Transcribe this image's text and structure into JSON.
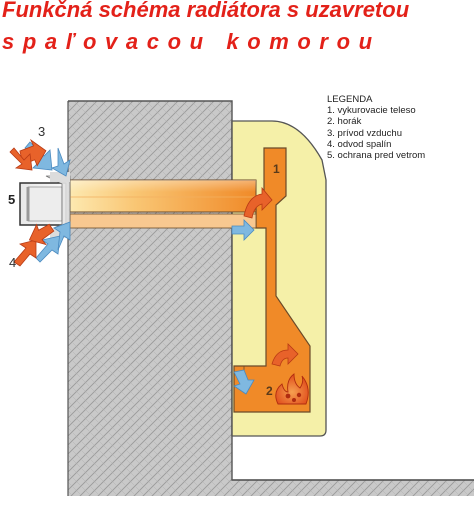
{
  "title": {
    "line1": "Funkčná schéma radiátora s uzavretou",
    "line2": "spaľovacou komorou"
  },
  "legend": {
    "heading": "LEGENDA",
    "items": [
      "1. vykurovacie teleso",
      "2. horák",
      "3. prívod vzduchu",
      "4. odvod spalín",
      "5. ochrana pred vetrom"
    ]
  },
  "labels": {
    "n1": "1",
    "n2": "2",
    "n3": "3",
    "n4": "4",
    "n5": "5"
  },
  "colors": {
    "title_red": "#e32119",
    "wall_gray": "#c9c9c9",
    "radiator_yellow": "#f5f0a8",
    "channel_orange": "#f08a28",
    "arrow_blue": "#7fb8e0",
    "arrow_orange": "#e8622a"
  }
}
